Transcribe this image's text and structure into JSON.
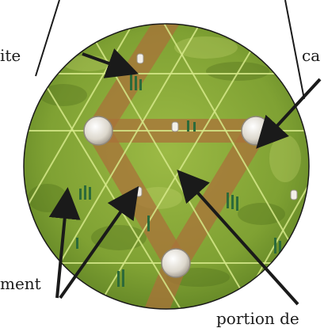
{
  "labels": {
    "top_left": "ite",
    "top_right": "ca",
    "bottom_left": "ment",
    "bottom_right": "portion de"
  },
  "colors": {
    "grass": "#8fae3a",
    "grass_dark": "#5e7f22",
    "path": "#b07a3c",
    "grid_line": "#d8e890",
    "node": "#e8e4dc",
    "arrow": "#1a1a1a"
  }
}
